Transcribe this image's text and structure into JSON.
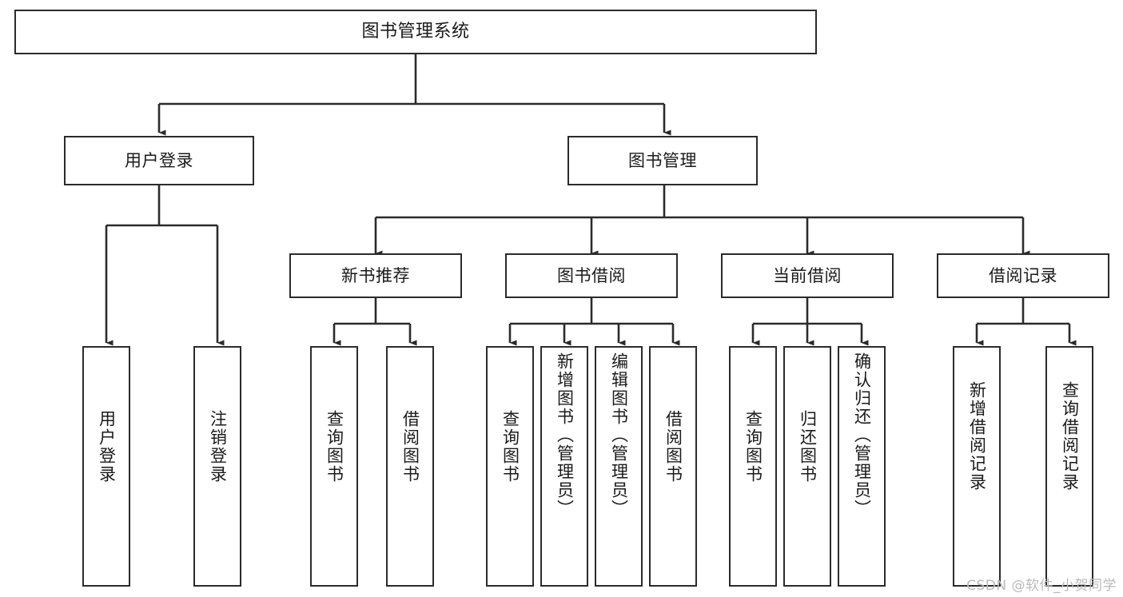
{
  "diagram": {
    "title": "图书管理系统",
    "watermark": "CSDN @软件_小贺同学",
    "stroke_color": "#2b2b2b",
    "background_color": "#ffffff",
    "text_color": "#1a1a1a",
    "levels": {
      "root": {
        "label": "图书管理系统"
      },
      "level1": [
        {
          "label": "用户登录"
        },
        {
          "label": "图书管理"
        }
      ],
      "level2": [
        {
          "label": "新书推荐"
        },
        {
          "label": "图书借阅"
        },
        {
          "label": "当前借阅"
        },
        {
          "label": "借阅记录"
        }
      ],
      "leaves": {
        "user_login": [
          {
            "label": "用户登录"
          },
          {
            "label": "注销登录"
          }
        ],
        "new_book_recommend": [
          {
            "label": "查询图书"
          },
          {
            "label": "借阅图书"
          }
        ],
        "book_borrow": [
          {
            "label": "查询图书"
          },
          {
            "label": "新增图书（管理员）"
          },
          {
            "label": "编辑图书（管理员）"
          },
          {
            "label": "借阅图书"
          }
        ],
        "current_borrow": [
          {
            "label": "查询图书"
          },
          {
            "label": "归还图书"
          },
          {
            "label": "确认归还（管理员）"
          }
        ],
        "borrow_record": [
          {
            "label": "新增借阅记录"
          },
          {
            "label": "查询借阅记录"
          }
        ]
      }
    }
  }
}
